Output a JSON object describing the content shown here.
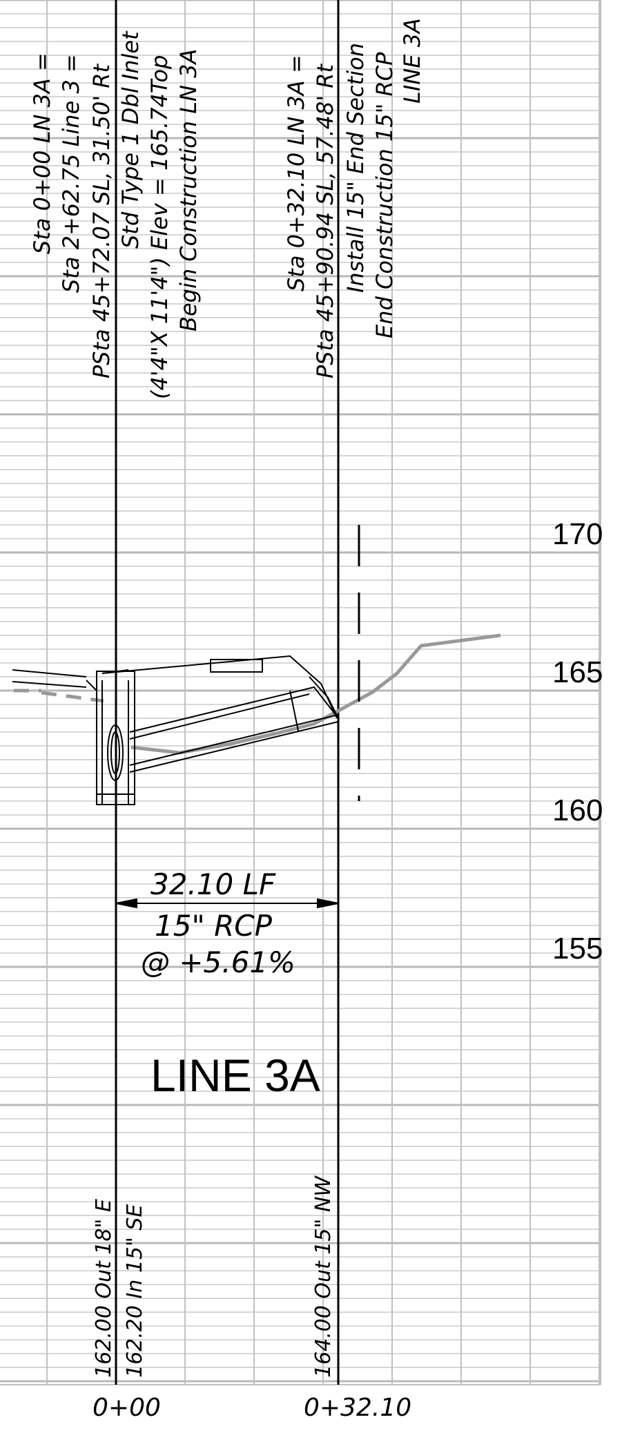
{
  "drawing": {
    "structure_left": {
      "lines": [
        "Sta  0+00  LN  3A  =",
        "Sta  2+62.75  Line  3  =",
        "PSta  45+72.07  SL,  31.50' Rt",
        "Std  Type  1  Dbl  Inlet",
        "(4'4\"X 11'4\")  Elev  =  165.74Top",
        "Begin  Construction  LN  3A"
      ]
    },
    "structure_right": {
      "lines": [
        "Sta  0+32.10  LN  3A  =",
        "PSta  45+90.94  SL,  57.48' Rt",
        "Install  15\"  End  Section",
        "End  Construction  15\"  RCP",
        "LINE  3A"
      ]
    },
    "elevations": [
      "170",
      "165",
      "160",
      "155"
    ],
    "pipe": {
      "length": "32.10  LF",
      "size": "15\"  RCP",
      "slope": "@  +5.61%"
    },
    "title": "LINE 3A",
    "inverts_left": [
      "162.00  Out  18\"  E",
      "162.20  In  15\"  SE"
    ],
    "inverts_right": [
      "164.00  Out  15\"  NW"
    ],
    "stations": [
      "0+00",
      "0+32.10"
    ]
  }
}
